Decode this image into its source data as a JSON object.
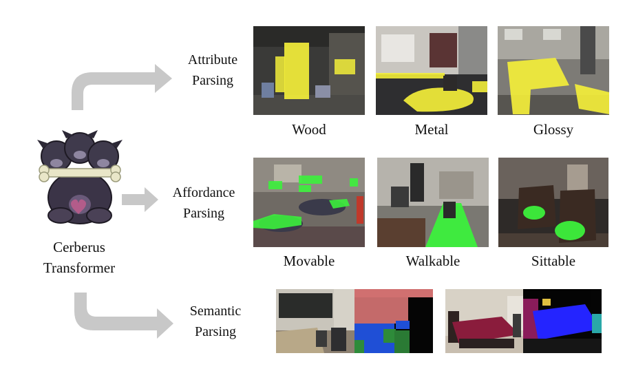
{
  "model": {
    "line1": "Cerberus",
    "line2": "Transformer"
  },
  "branches": {
    "attribute": {
      "line1": "Attribute",
      "line2": "Parsing",
      "captions": [
        "Wood",
        "Metal",
        "Glossy"
      ]
    },
    "affordance": {
      "line1": "Affordance",
      "line2": "Parsing",
      "captions": [
        "Movable",
        "Walkable",
        "Sittable"
      ]
    },
    "semantic": {
      "line1": "Semantic",
      "line2": "Parsing"
    }
  },
  "colors": {
    "arrow": "#c8c8c8",
    "attribute_mask": "#f3ee3a",
    "affordance_mask": "#3cf03c",
    "semantic_wall": "#d07070",
    "semantic_floor": "#1f4fd6",
    "semantic_bed": "#2424ff",
    "mascot_body": "#3b3447"
  },
  "icons": [
    "cerberus-mascot-icon",
    "curved-arrow-icon",
    "straight-arrow-icon"
  ]
}
